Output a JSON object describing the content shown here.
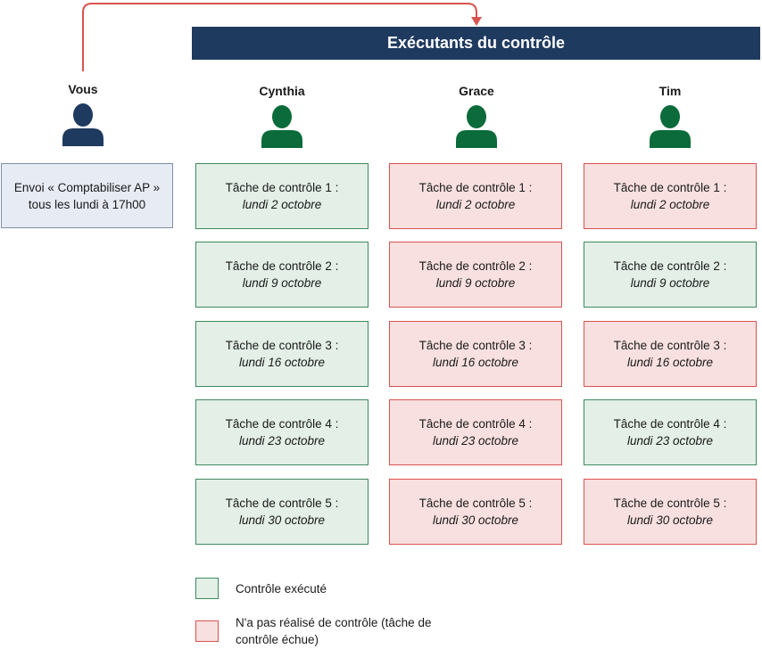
{
  "header": {
    "title": "Exécutants du contrôle"
  },
  "sender": {
    "name": "Vous",
    "icon": "person-icon",
    "color": "#1f3a5f",
    "message_line1": "Envoi « Comptabiliser AP »",
    "message_line2": "tous les lundi à 17h00"
  },
  "colors": {
    "header_bg": "#1f3a5f",
    "executor_icon": "#0b6b3a",
    "done_fill": "#e3efe7",
    "done_border": "#3e8a5d",
    "missed_fill": "#f9e0e0",
    "missed_border": "#d9534f",
    "arrow": "#d9534f"
  },
  "executors": [
    {
      "name": "Cynthia",
      "icon": "person-icon",
      "tasks": [
        {
          "label": "Tâche de contrôle 1 :",
          "date": "lundi 2 octobre",
          "status": "done"
        },
        {
          "label": "Tâche de contrôle 2 :",
          "date": "lundi 9 octobre",
          "status": "done"
        },
        {
          "label": "Tâche de contrôle 3 :",
          "date": "lundi 16 octobre",
          "status": "done"
        },
        {
          "label": "Tâche de contrôle 4 :",
          "date": "lundi 23 octobre",
          "status": "done"
        },
        {
          "label": "Tâche de contrôle 5 :",
          "date": "lundi 30 octobre",
          "status": "done"
        }
      ]
    },
    {
      "name": "Grace",
      "icon": "person-icon",
      "tasks": [
        {
          "label": "Tâche de contrôle 1 :",
          "date": "lundi 2 octobre",
          "status": "missed"
        },
        {
          "label": "Tâche de contrôle 2 :",
          "date": "lundi 9 octobre",
          "status": "missed"
        },
        {
          "label": "Tâche de contrôle 3 :",
          "date": "lundi 16 octobre",
          "status": "missed"
        },
        {
          "label": "Tâche de contrôle 4 :",
          "date": "lundi 23 octobre",
          "status": "missed"
        },
        {
          "label": "Tâche de contrôle 5 :",
          "date": "lundi 30 octobre",
          "status": "missed"
        }
      ]
    },
    {
      "name": "Tim",
      "icon": "person-icon",
      "tasks": [
        {
          "label": "Tâche de contrôle 1 :",
          "date": "lundi 2 octobre",
          "status": "missed"
        },
        {
          "label": "Tâche de contrôle 2 :",
          "date": "lundi 9 octobre",
          "status": "done"
        },
        {
          "label": "Tâche de contrôle 3 :",
          "date": "lundi 16 octobre",
          "status": "missed"
        },
        {
          "label": "Tâche de contrôle 4 :",
          "date": "lundi 23 octobre",
          "status": "done"
        },
        {
          "label": "Tâche de contrôle 5 :",
          "date": "lundi 30 octobre",
          "status": "missed"
        }
      ]
    }
  ],
  "legend": {
    "done_label": "Contrôle exécuté",
    "missed_label_line1": "N'a pas réalisé de contrôle  (tâche de",
    "missed_label_line2": "contrôle échue)"
  }
}
